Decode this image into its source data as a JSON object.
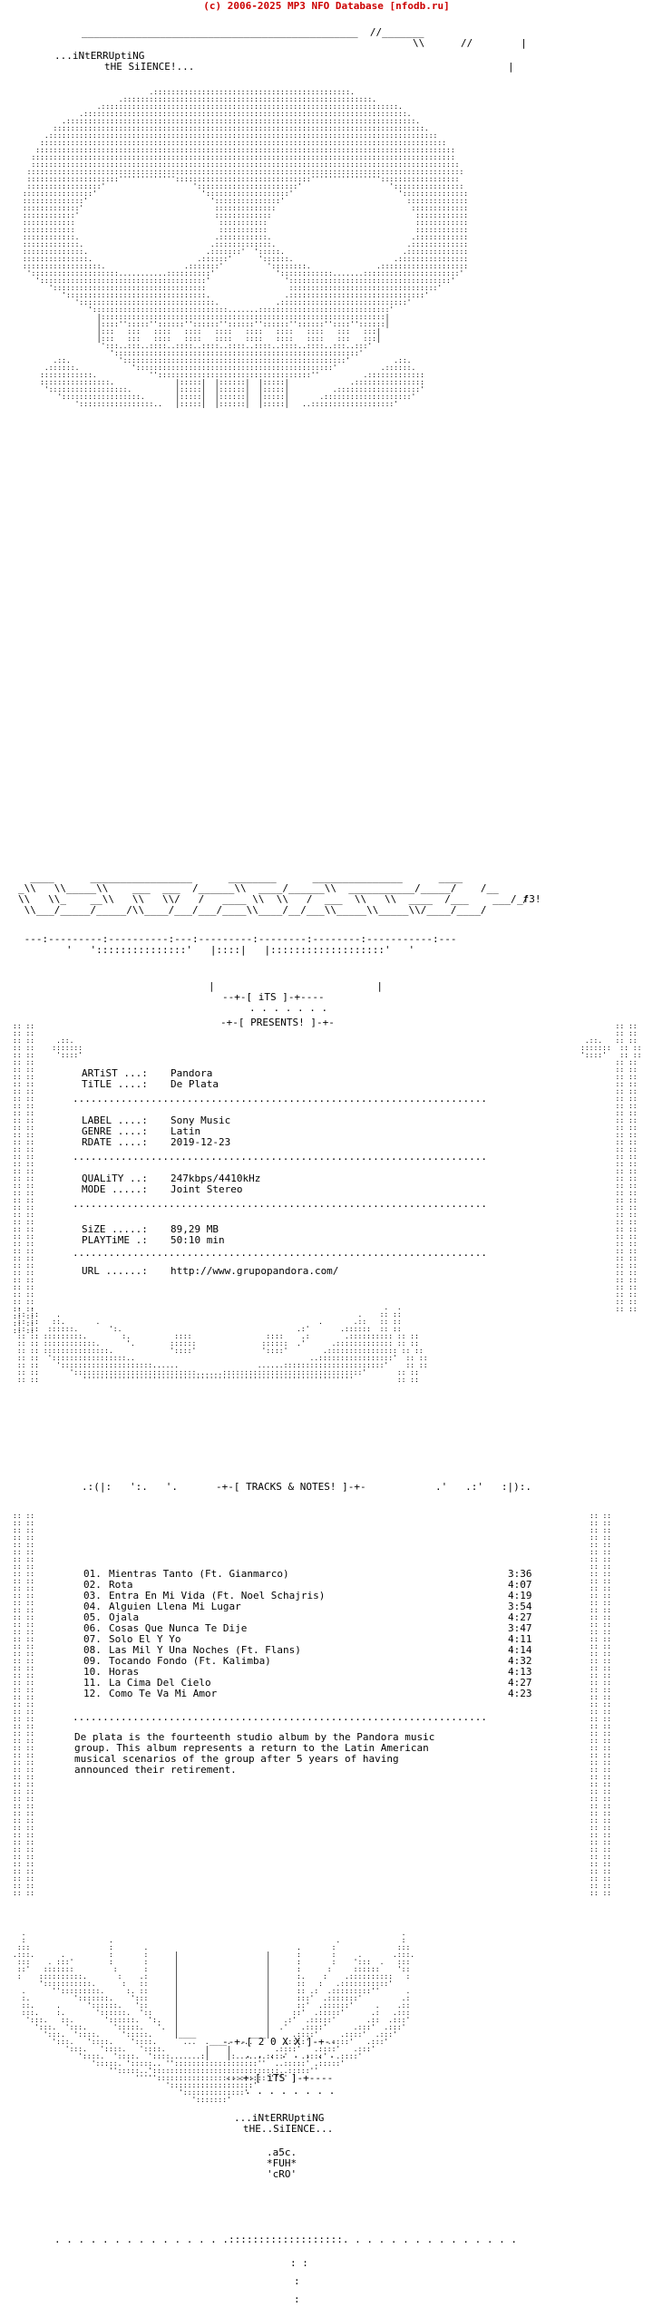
{
  "credit": "(c) 2006-2025 MP3 NFO Database [nfodb.ru]",
  "group_header": {
    "line1": "...iNtERRUptiNG",
    "line2": "tHE SiIENCE!..."
  },
  "presents": {
    "its": "--+-[ iTS ]-+----",
    "presents": "-+-[ PRESENTS! ]-+-"
  },
  "logo_tag": "_f3!",
  "release": {
    "artist_label": "ARTiST ...:",
    "artist": "Pandora",
    "title_label": "TiTLE ....:",
    "title": "De Plata",
    "label_label": "LABEL ....:",
    "label": "Sony Music",
    "genre_label": "GENRE ....:",
    "genre": "Latin",
    "rdate_label": "RDATE ....:",
    "rdate": "2019-12-23",
    "quality_label": "QUALiTY ..:",
    "quality": "247kbps/4410kHz",
    "mode_label": "MODE .....:",
    "mode": "Joint Stereo",
    "size_label": "SiZE .....:",
    "size": "89,29 MB",
    "playtime_label": "PLAYTiME .:",
    "playtime": "50:10 min",
    "url_label": "URL ......:",
    "url": "http://www.grupopandora.com/"
  },
  "tracks_header": "-+-[ TRACKS & NOTES! ]-+-",
  "tracks": [
    {
      "num": "01.",
      "title": "Mientras Tanto (Ft. Gianmarco)",
      "time": "3:36"
    },
    {
      "num": "02.",
      "title": "Rota",
      "time": "4:07"
    },
    {
      "num": "03.",
      "title": "Entra En Mi Vida (Ft. Noel Schajris)",
      "time": "4:19"
    },
    {
      "num": "04.",
      "title": "Alguien Llena Mi Lugar",
      "time": "3:54"
    },
    {
      "num": "05.",
      "title": "Ojala",
      "time": "4:27"
    },
    {
      "num": "06.",
      "title": "Cosas Que Nunca Te Dije",
      "time": "3:47"
    },
    {
      "num": "07.",
      "title": "Solo El Y Yo",
      "time": "4:11"
    },
    {
      "num": "08.",
      "title": "Las Mil Y Una Noches (Ft. Flans)",
      "time": "4:14"
    },
    {
      "num": "09.",
      "title": "Tocando Fondo (Ft. Kalimba)",
      "time": "4:32"
    },
    {
      "num": "10.",
      "title": "Horas",
      "time": "4:13"
    },
    {
      "num": "11.",
      "title": "La Cima Del Cielo",
      "time": "4:27"
    },
    {
      "num": "12.",
      "title": "Como Te Va Mi Amor",
      "time": "4:23"
    }
  ],
  "notes": [
    "De plata is the fourteenth studio album by the Pandora music",
    "group. This album represents a return to the Latin American",
    "musical scenarios of the group after 5 years of having",
    "announced their retirement."
  ],
  "footer": {
    "year": "--+-[ 2 0 X X ]-+--",
    "its": "---+-[ iTS ]-+----",
    "group1": "...iNtERRUptiNG",
    "group2": "tHE..SiIENCE...",
    "credits1": ".a5c.",
    "credits2": "*FUH*",
    "credits3": "'cRO'"
  }
}
